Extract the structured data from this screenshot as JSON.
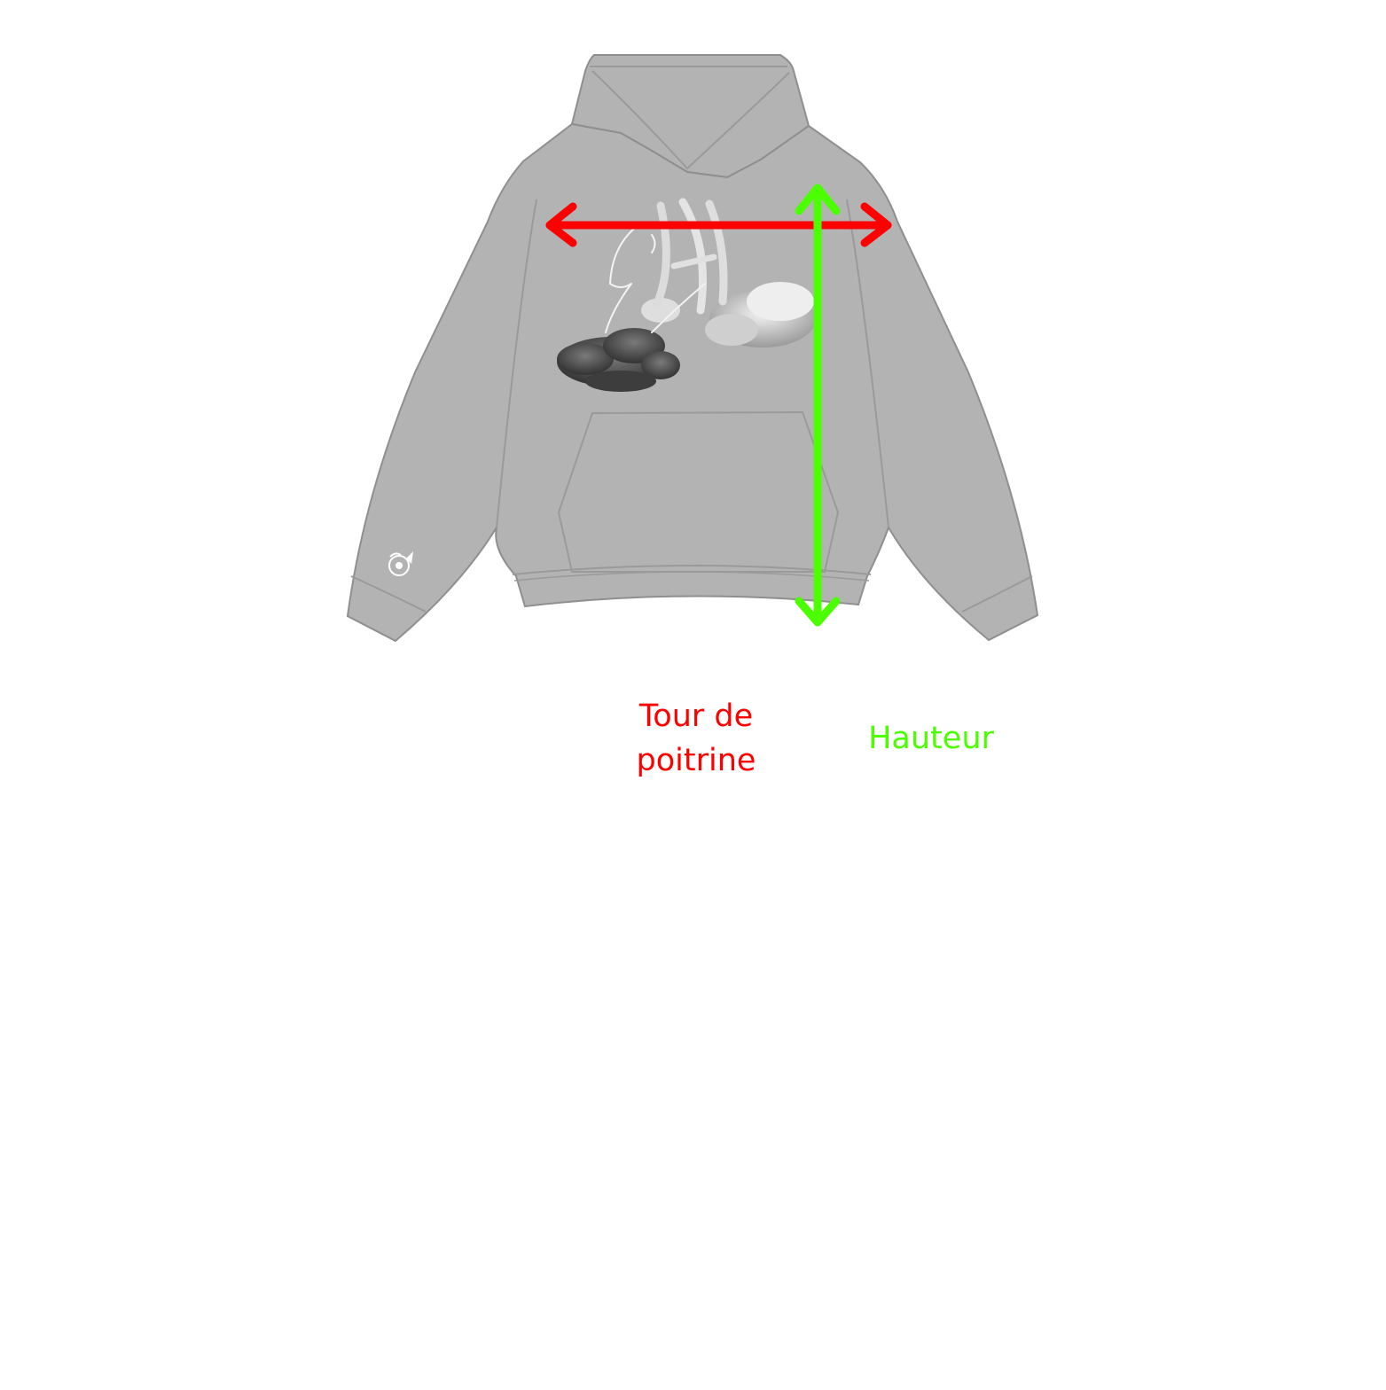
{
  "colors": {
    "background": "#ffffff",
    "garment": "#b3b3b3",
    "garment_outline": "#8f8f8f",
    "chest_measure": "#ff0000",
    "height_measure": "#4cff00",
    "cloud_dark": "#4a4a4a",
    "cloud_light": "#e6e6e6"
  },
  "diagram": {
    "subject": "hoodie-front-view",
    "measures": {
      "chest": {
        "label": "Tour de\npoitrine",
        "orientation": "horizontal",
        "icon": "double-headed-arrow"
      },
      "height": {
        "label": "Hauteur",
        "orientation": "vertical",
        "icon": "double-headed-arrow"
      }
    }
  }
}
